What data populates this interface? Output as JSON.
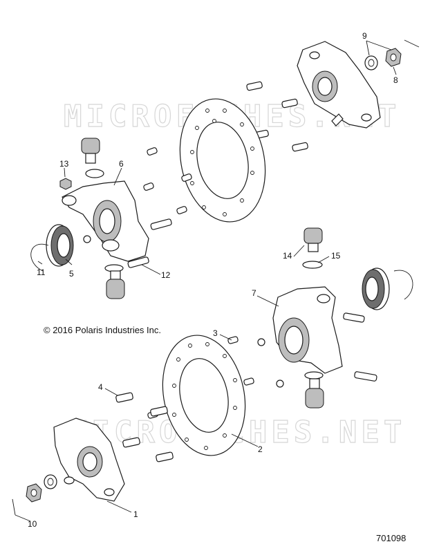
{
  "watermark": {
    "text": "MICROFICHES.NET"
  },
  "copyright": "© 2016 Polaris Industries Inc.",
  "figure_number": "701098",
  "callouts": {
    "c1": "1",
    "c2": "2",
    "c3": "3",
    "c4": "4",
    "c5": "5",
    "c6": "6",
    "c7": "7",
    "c8": "8",
    "c9": "9",
    "c10": "10",
    "c11": "11",
    "c12": "12",
    "c13": "13",
    "c14": "14",
    "c15": "15"
  }
}
